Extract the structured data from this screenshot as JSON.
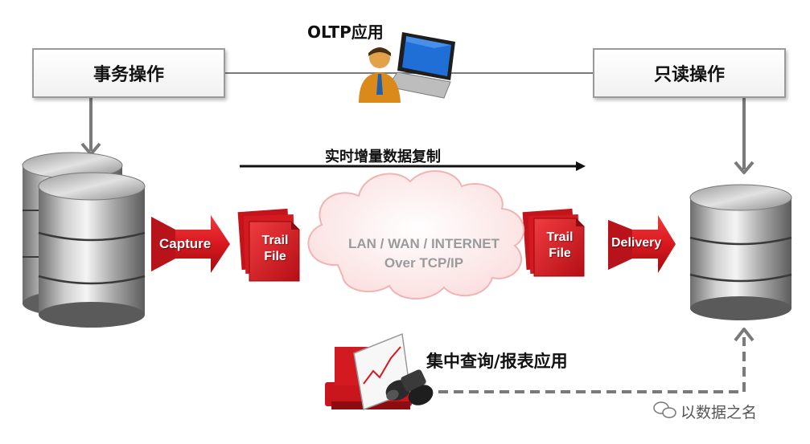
{
  "nodes": {
    "transaction_ops": "事务操作",
    "readonly_ops": "只读操作",
    "oltp_app": "OLTP应用",
    "realtime_replication": "实时增量数据复制",
    "cloud_line1": "LAN / WAN / INTERNET",
    "cloud_line2": "Over TCP/IP",
    "capture": "Capture",
    "delivery": "Delivery",
    "trail_file_left_line1": "Trail",
    "trail_file_left_line2": "File",
    "trail_file_right_line1": "Trail",
    "trail_file_right_line2": "File",
    "reporting": "集中查询/报表应用"
  },
  "watermark": "以数据之名",
  "colors": {
    "accent_red": "#d9181f",
    "gray_line": "#7a7a7a",
    "cloud_fill": "#fde8e8",
    "cloud_stroke": "#f2b3b3"
  }
}
